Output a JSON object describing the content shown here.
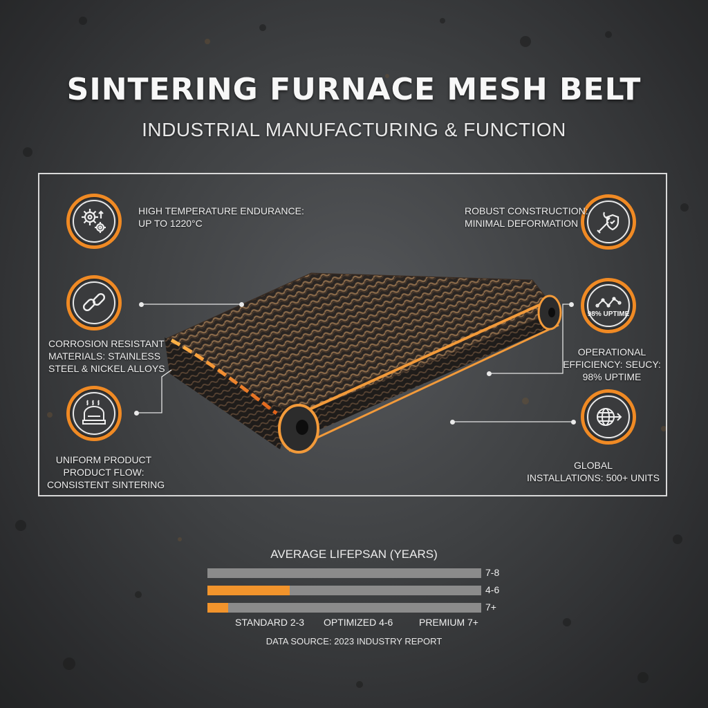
{
  "header": {
    "title": "SINTERING FURNACE MESH BELT",
    "subtitle": "INDUSTRIAL MANUFACTURING & FUNCTION"
  },
  "features": {
    "temperature": {
      "line1": "HIGH TEMPERATURE ENDURANCE:",
      "line2": "UP TO 1220°C",
      "icon": "gears-icon"
    },
    "corrosion": {
      "line1": "CORROSION RESISTANT",
      "line2": "MATERIALS: STAINLESS",
      "line3": "STEEL & NICKEL ALLOYS",
      "icon": "chain-link-icon"
    },
    "flow": {
      "line1": "UNIFORM PRODUCT",
      "line2": "PRODUCT FLOW:",
      "line3": "CONSISTENT SINTERING",
      "icon": "furnace-flame-icon"
    },
    "robust": {
      "line1": "ROBUST CONSTRUCTION:",
      "line2": "MINIMAL DEFORMATION",
      "icon": "wrench-shield-icon"
    },
    "efficiency": {
      "line1": "OPERATIONAL",
      "line2": "EFFICIENCY: SEUCY:",
      "line3": "98% UPTIME",
      "badge_text": "98% UPTIME",
      "icon": "line-chart-icon"
    },
    "global": {
      "line1": "GLOBAL",
      "line2": "INSTALLATIONS: 500+ UNITS",
      "icon": "globe-arrow-icon"
    }
  },
  "colors": {
    "accent": "#f08a24",
    "track": "#8b8b8b",
    "background": "#3f4143"
  },
  "lifespan": {
    "title": "AVERAGE LIFEPSAN (YEARS)",
    "bars": [
      {
        "label": "7-8",
        "fill": 0.0
      },
      {
        "label": "4-6",
        "fill": 0.3
      },
      {
        "label": "7+",
        "fill": 0.075
      }
    ],
    "legend": {
      "standard": "STANDARD 2-3",
      "optimized": "OPTIMIZED 4-6",
      "premium": "PREMIUM 7+"
    },
    "source": "DATA SOURCE: 2023 INDUSTRY REPORT"
  }
}
